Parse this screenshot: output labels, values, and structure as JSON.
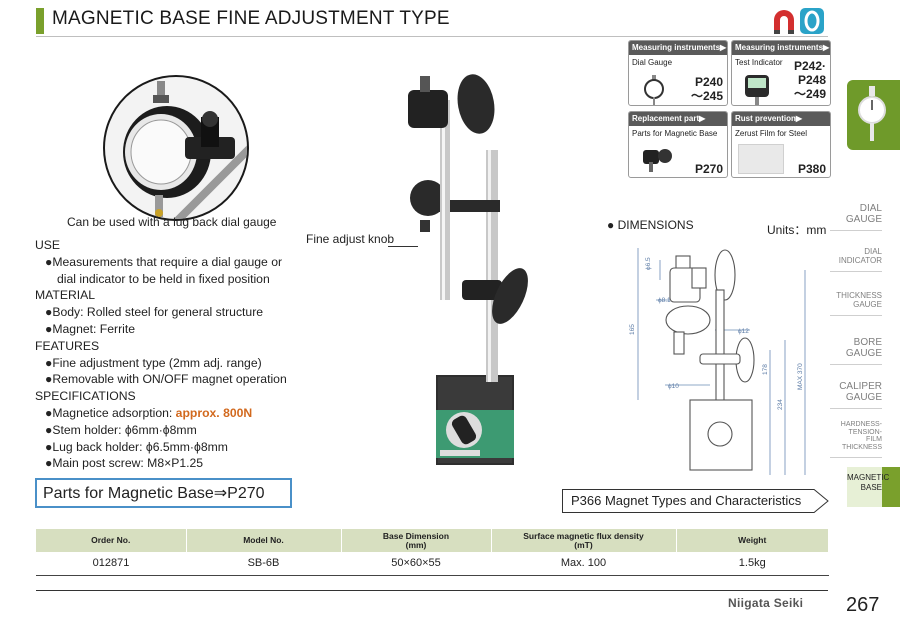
{
  "header": {
    "title": "MAGNETIC BASE FINE ADJUSTMENT TYPE"
  },
  "side_index": [
    {
      "label_lines": [
        "DIAL",
        "GAUGE"
      ]
    },
    {
      "label_lines": [
        "DIAL",
        "INDICATOR"
      ]
    },
    {
      "label_lines": [
        "THICKNESS",
        "GAUGE"
      ]
    },
    {
      "label_lines": [
        "BORE",
        "GAUGE"
      ]
    },
    {
      "label_lines": [
        "CALIPER",
        "GAUGE"
      ]
    },
    {
      "label_lines": [
        "HARDNESS-",
        "TENSION-",
        "FILM THICKNESS"
      ]
    },
    {
      "label_lines": [
        "MAGNETIC",
        "BASE"
      ]
    }
  ],
  "photo": {
    "caption": "Can be used with a lug back dial gauge",
    "callout": "Fine adjust knob"
  },
  "specs": {
    "use_heading": "USE",
    "use_item": "●Measurements that require a dial gauge or",
    "use_item_cont": "dial indicator to be held in fixed position",
    "material_heading": "MATERIAL",
    "material_1": "●Body: Rolled steel for general structure",
    "material_2": "●Magnet: Ferrite",
    "features_heading": "FEATURES",
    "features_1": "●Fine adjustment type (2mm adj. range)",
    "features_2": "●Removable with ON/OFF magnet operation",
    "specifications_heading": "SPECIFICATIONS",
    "spec_1_label": "●Magnetice adsorption: ",
    "spec_1_value": "approx. 800N",
    "spec_2": "●Stem holder: ϕ6mm·ϕ8mm",
    "spec_3": "●Lug back holder: ϕ6.5mm·ϕ8mm",
    "spec_4": "●Main post screw: M8×P1.25"
  },
  "parts_link": "Parts for Magnetic Base⇒P270",
  "reference_boxes": [
    {
      "head": "Measuring instruments▶",
      "sub": "Dial Gauge",
      "page_line1": "P240",
      "page_line2": "～245"
    },
    {
      "head": "Measuring instruments▶",
      "sub": "Test Indicator",
      "page_line1": "P242·",
      "page_line2": "P248",
      "page_line3": "～249"
    },
    {
      "head": "Replacement part▶",
      "sub": "Parts for Magnetic Base",
      "page_line1": "P270"
    },
    {
      "head": "Rust prevention▶",
      "sub": "Zerust Film for Steel",
      "page_line1": "P380"
    }
  ],
  "dimensions": {
    "title": "● DIMENSIONS",
    "units": "Units：mm",
    "labels": [
      "ϕ6.5",
      "ϕ8.1",
      "ϕ12",
      "ϕ10",
      "165",
      "178",
      "234",
      "MAX 370"
    ]
  },
  "p366_link": "P366 Magnet Types and Characteristics",
  "table": {
    "headers": [
      "Order No.",
      "Model No.",
      "Base Dimension\n(mm)",
      "Surface magnetic flux density\n(mT)",
      "Weight"
    ],
    "rows": [
      [
        "012871",
        "SB-6B",
        "50×60×55",
        "Max. 100",
        "1.5kg"
      ]
    ]
  },
  "footer": {
    "brand": "Niigata Seiki",
    "page_number": "267"
  },
  "colors": {
    "accent_green": "#7aa02c",
    "link_blue": "#4a90c8",
    "highlight_orange": "#d2691e",
    "table_header": "#d7dfc0"
  }
}
